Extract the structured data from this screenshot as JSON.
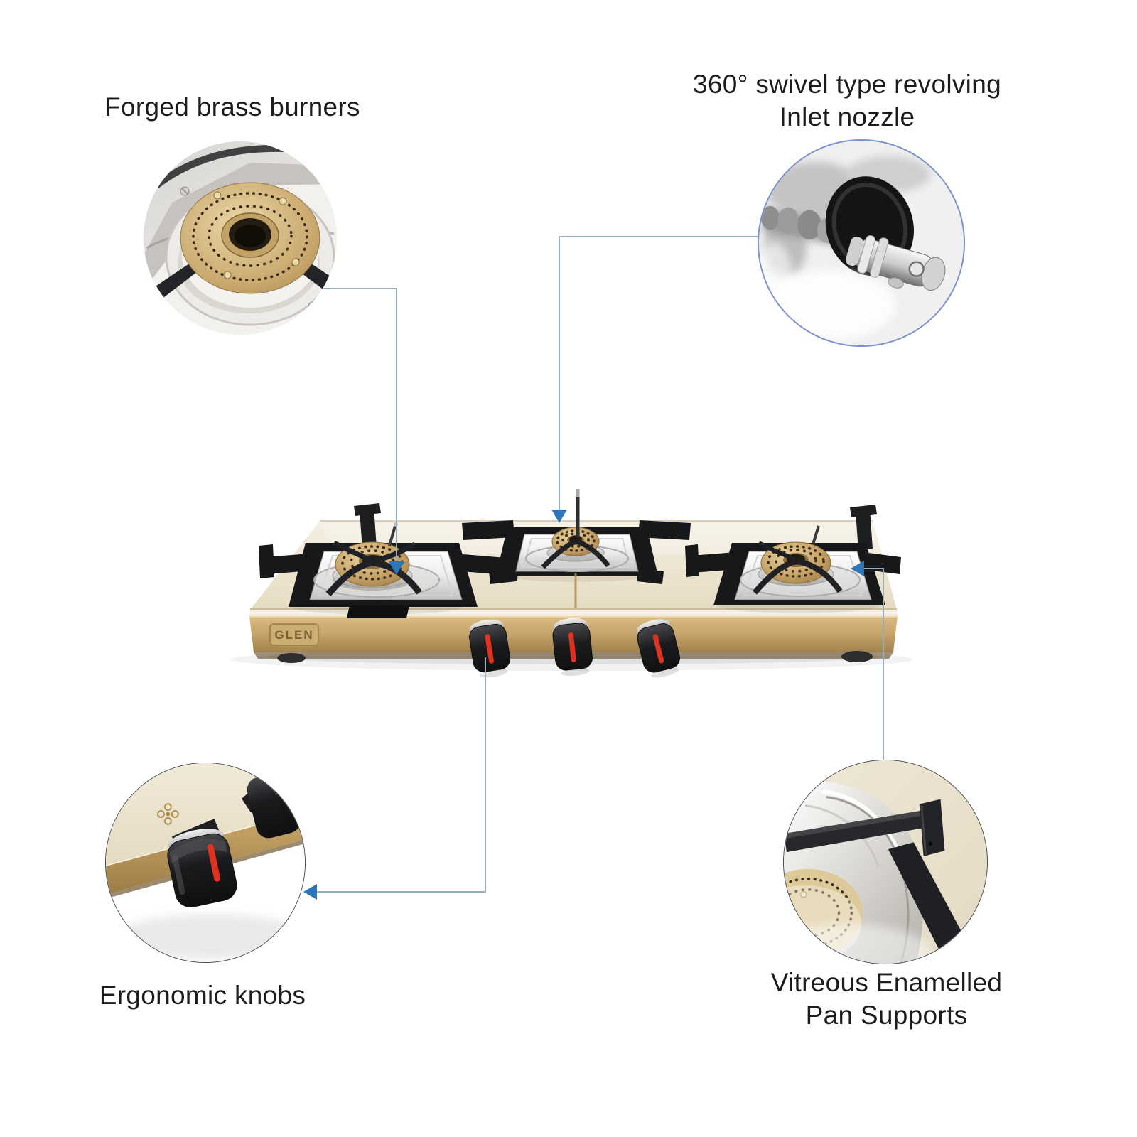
{
  "colors": {
    "background": "#ffffff",
    "text": "#1c1c1e",
    "callout_line": "#97abb8",
    "arrow_blue": "#2d76b8",
    "nozzle_circle_border": "#7b90cc",
    "photo_circle_border": "#45484a",
    "glass_beige": "#ece4d0",
    "base_gold": "#c2a065",
    "brass": "#c9a768",
    "steel": "#d9d7d2",
    "knob_black": "#1a1b1d",
    "knob_indicator_red": "#e0321f"
  },
  "labels": {
    "brass_burners": "Forged brass burners",
    "inlet_nozzle_line1": "360° swivel type revolving",
    "inlet_nozzle_line2": "Inlet nozzle",
    "ergonomic_knobs": "Ergonomic knobs",
    "pan_supports_line1": "Vitreous Enamelled",
    "pan_supports_line2": "Pan Supports"
  },
  "product": {
    "brand": "GLEN",
    "burner_count": 3,
    "knob_count": 3
  }
}
